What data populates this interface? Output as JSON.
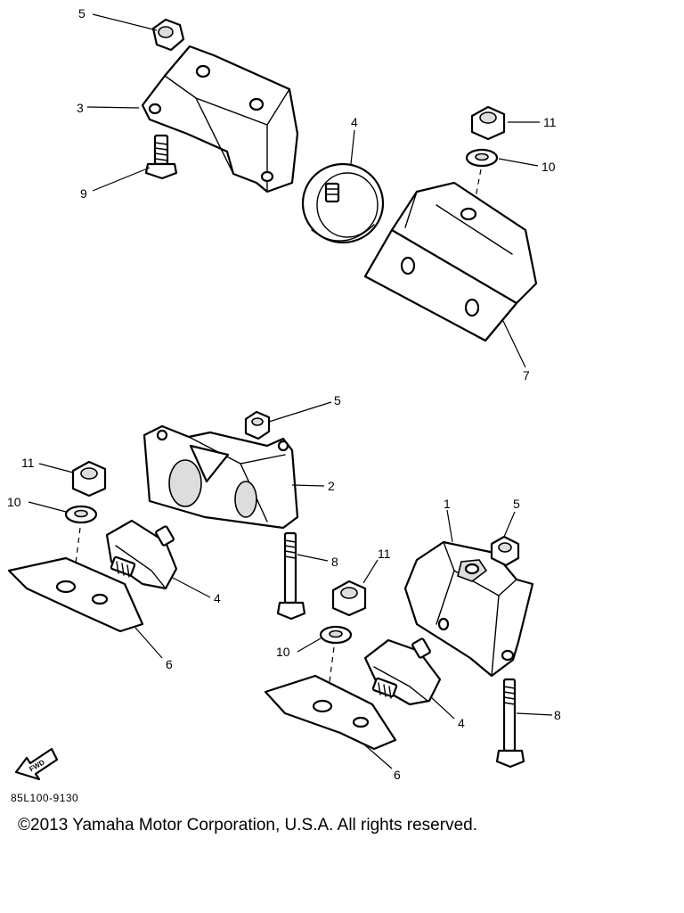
{
  "diagram": {
    "callouts": {
      "c1": "1",
      "c2": "2",
      "c3": "3",
      "c4a": "4",
      "c4b": "4",
      "c4c": "4",
      "c5a": "5",
      "c5b": "5",
      "c5c": "5",
      "c6a": "6",
      "c6b": "6",
      "c7": "7",
      "c8a": "8",
      "c8b": "8",
      "c9": "9",
      "c10a": "10",
      "c10b": "10",
      "c10c": "10",
      "c11a": "11",
      "c11b": "11",
      "c11c": "11"
    },
    "fwd_label": "FWD",
    "diagram_code": "85L100-9130"
  },
  "footer": {
    "copyright": "©2013 Yamaha Motor Corporation, U.S.A. All rights reserved."
  }
}
